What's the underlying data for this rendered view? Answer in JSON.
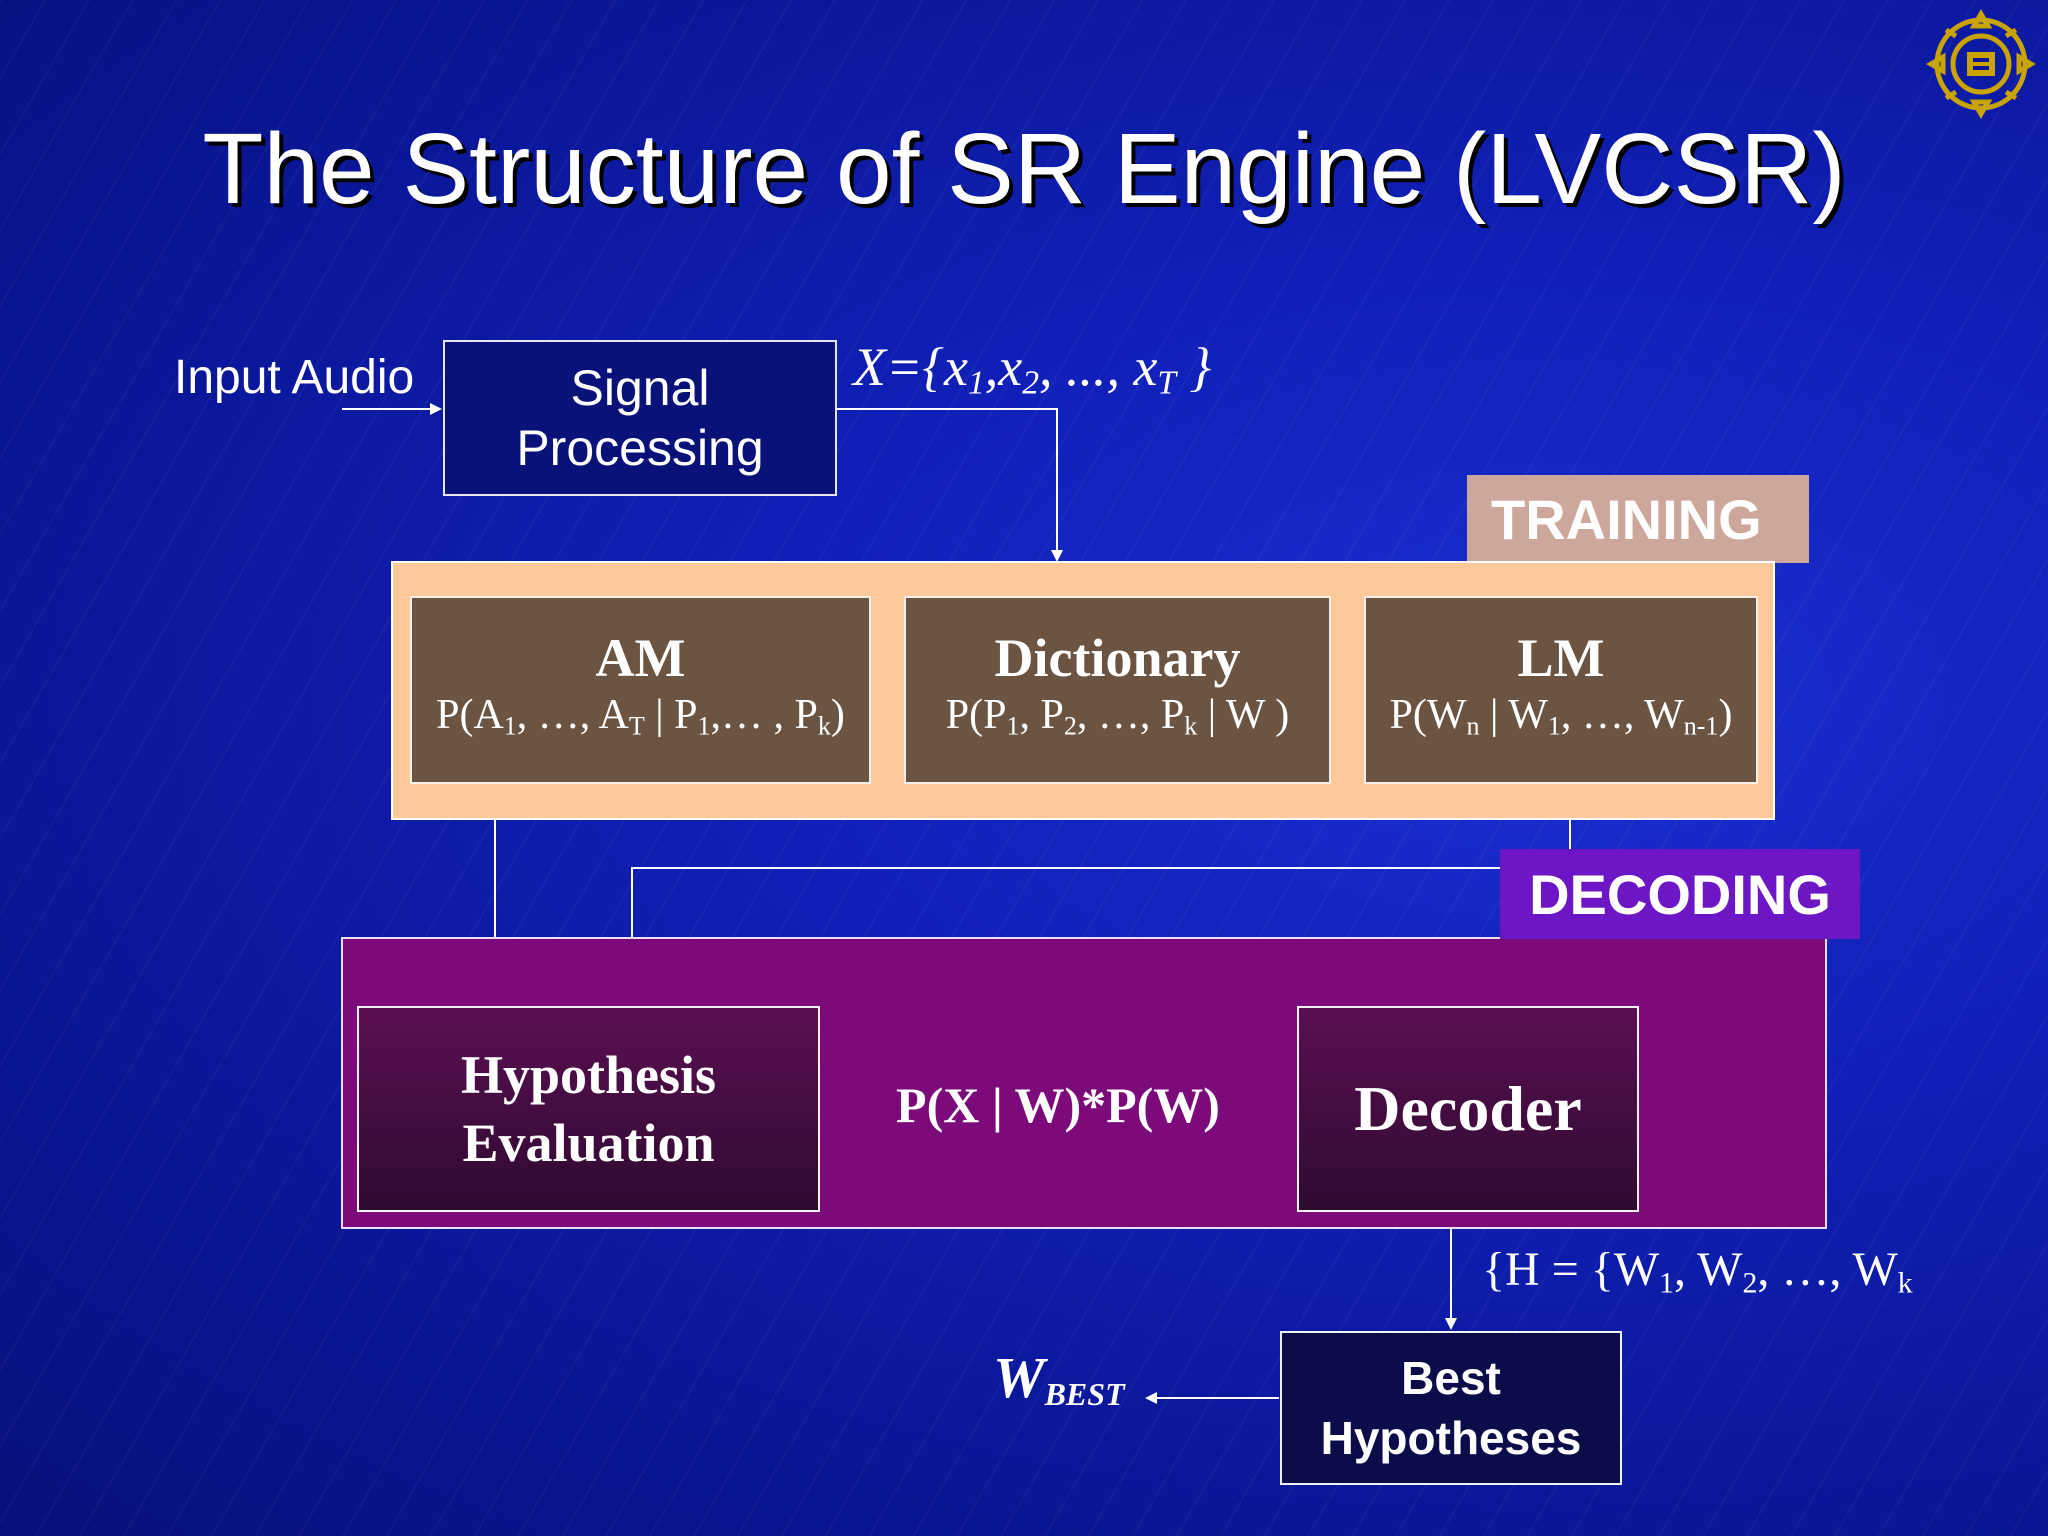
{
  "slide": {
    "title": "The Structure of SR Engine (LVCSR)"
  },
  "input": {
    "label": "Input Audio"
  },
  "signal_processing": {
    "line1": "Signal",
    "line2": "Processing"
  },
  "feature_sequence": {
    "prefix": "X={x",
    "s1": "1",
    "mid1": ",x",
    "s2": "2",
    "mid2": ",  ..., x",
    "sT": "T",
    "suffix": " }"
  },
  "training": {
    "tag": "TRAINING",
    "am": {
      "title": "AM",
      "f0": "P(A",
      "f1": "1",
      "f2": ", …, A",
      "f3": "T",
      "f4": " | P",
      "f5": "1",
      "f6": ",… , P",
      "f7": "k",
      "f8": ")"
    },
    "dictionary": {
      "title": "Dictionary",
      "f0": "P(P",
      "f1": "1",
      "f2": ", P",
      "f3": "2",
      "f4": ", …, P",
      "f5": "k",
      "f6": " | W )"
    },
    "lm": {
      "title": "LM",
      "f0": "P(W",
      "f1": "n",
      "f2": " | W",
      "f3": "1",
      "f4": ", …, W",
      "f5": "n-1",
      "f6": ")"
    }
  },
  "decoding": {
    "tag": "DECODING",
    "hypothesis": {
      "line1": "Hypothesis",
      "line2": "Evaluation"
    },
    "score": "P(X | W)*P(W)",
    "decoder": "Decoder"
  },
  "hypotheses_set": {
    "f0": "{H = {W",
    "f1": "1",
    "f2": ", W",
    "f3": "2",
    "f4": ", …, W",
    "f5": "k"
  },
  "best": {
    "line1": "Best",
    "line2": "Hypotheses"
  },
  "output": {
    "w": "W",
    "sub": "BEST"
  },
  "colors": {
    "background": "#1020b8",
    "training_panel": "#fdc89a",
    "training_box": "#6b5442",
    "training_tag": "#cda79b",
    "decoding_panel": "#7d0a7a",
    "decoding_tag": "#6d16c5",
    "logo": "#c9a400"
  },
  "icons": {
    "logo": "university-seal-icon"
  }
}
